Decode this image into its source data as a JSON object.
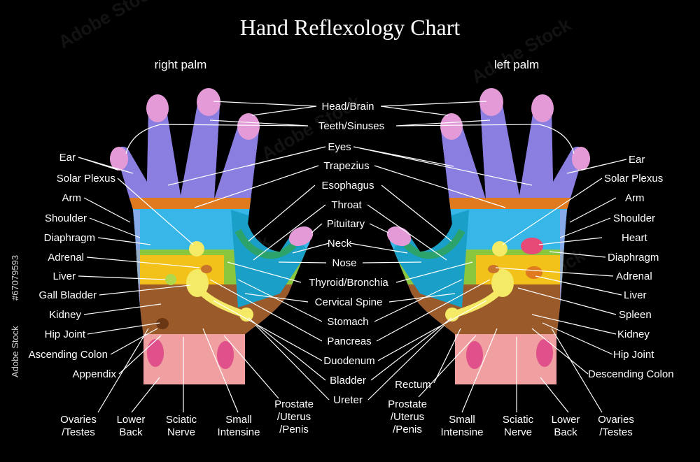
{
  "title": "Hand Reflexology Chart",
  "right_palm_label": "right palm",
  "left_palm_label": "left palm",
  "center_labels": [
    "Head/Brain",
    "Teeth/Sinuses",
    "Eyes",
    "Trapezius",
    "Esophagus",
    "Throat",
    "Pituitary",
    "Neck",
    "Nose",
    "Thyroid/Bronchia",
    "Cervical Spine",
    "Stomach",
    "Pancreas",
    "Duodenum",
    "Bladder",
    "Ureter"
  ],
  "right_side_labels": [
    "Ear",
    "Solar Plexus",
    "Arm",
    "Shoulder",
    "Diaphragm",
    "Adrenal",
    "Liver",
    "Gall Bladder",
    "Kidney",
    "Hip Joint",
    "Ascending Colon",
    "Appendix"
  ],
  "left_side_labels": [
    "Ear",
    "Solar Plexus",
    "Arm",
    "Shoulder",
    "Heart",
    "Diaphragm",
    "Adrenal",
    "Liver",
    "Spleen",
    "Kidney",
    "Hip Joint",
    "Descending Colon"
  ],
  "bottom_right_hand": {
    "ovaries": [
      "Ovaries",
      "/Testes"
    ],
    "lower_back": [
      "Lower",
      "Back"
    ],
    "sciatic": [
      "Sciatic",
      "Nerve"
    ],
    "small": [
      "Small",
      "Intensine"
    ],
    "prostate": [
      "Prostate",
      "/Uterus",
      "/Penis"
    ]
  },
  "bottom_left_hand": {
    "rectum": "Rectum",
    "prostate": [
      "Prostate",
      "/Uterus",
      "/Penis"
    ],
    "small": [
      "Small",
      "Intensine"
    ],
    "sciatic": [
      "Sciatic",
      "Nerve"
    ],
    "lower_back": [
      "Lower",
      "Back"
    ],
    "ovaries": [
      "Ovaries",
      "/Testes"
    ]
  },
  "stock_id": "#67079593",
  "watermark": "Adobe Stock",
  "side_watermark": "Adobe Stock"
}
